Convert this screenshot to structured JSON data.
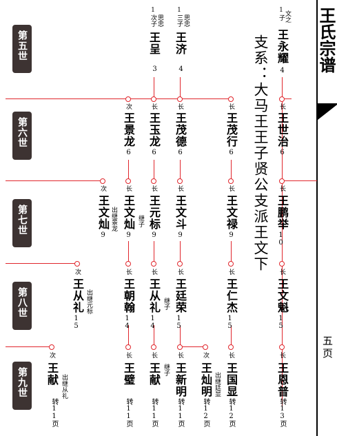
{
  "title": "王氏宗谱",
  "page_no": "五页",
  "branch": "支系：大马王王子贤公支派王文下",
  "generations": [
    "第五世",
    "第六世",
    "第七世",
    "第八世",
    "第九世"
  ],
  "gen5": [
    {
      "name": "王永耀",
      "num": "4",
      "note1": "1",
      "note2": "子",
      "note3": "文之"
    },
    {
      "name": "王济",
      "num": "4",
      "note1": "1",
      "note2": "三子",
      "note3": "思忠"
    },
    {
      "name": "王呈",
      "num": "3",
      "note1": "1",
      "note2": "次子",
      "note3": "思忠"
    }
  ],
  "gen6": [
    {
      "name": "王世治",
      "num": "6",
      "rank": "长"
    },
    {
      "name": "王茂行",
      "num": "6",
      "rank": "长"
    },
    {
      "name": "王茂德",
      "num": "6",
      "rank": "长"
    },
    {
      "name": "王玉龙",
      "num": "6",
      "rank": "长"
    },
    {
      "name": "王景龙",
      "num": "6",
      "rank": "次"
    }
  ],
  "gen7": [
    {
      "name": "王鹏举",
      "num": "10",
      "rank": "长"
    },
    {
      "name": "王文禄",
      "num": "9",
      "rank": "长"
    },
    {
      "name": "王文斗",
      "num": "9",
      "rank": "长"
    },
    {
      "name": "王元标",
      "num": "9",
      "rank": "长"
    },
    {
      "name": "王文灿",
      "num": "9",
      "rank": "长"
    },
    {
      "name": "王文灿",
      "num": "9",
      "rank": "次"
    }
  ],
  "gen7_notes": {
    "jizi": "继子",
    "chuji": "出继景龙"
  },
  "gen8": [
    {
      "name": "王文魁",
      "num": "15",
      "rank": "长"
    },
    {
      "name": "王仁杰",
      "num": "15",
      "rank": "长"
    },
    {
      "name": "王廷荣",
      "num": "15",
      "rank": "长"
    },
    {
      "name": "王从礼",
      "num": "14",
      "rank": "长"
    },
    {
      "name": "王朝翰",
      "num": "14",
      "rank": "长"
    },
    {
      "name": "王从礼",
      "num": "15",
      "rank": "次"
    }
  ],
  "gen8_notes": {
    "jizi": "继子",
    "chuji": "出继元标"
  },
  "gen9": [
    {
      "name": "王恩普",
      "rank": "长",
      "zhuan": "转13页"
    },
    {
      "name": "王国显",
      "rank": "长",
      "zhuan": "转12页"
    },
    {
      "name": "王灿明",
      "rank": "次",
      "zhuan": "转12页"
    },
    {
      "name": "王新明",
      "rank": "长",
      "zhuan": "转11页"
    },
    {
      "name": "王献",
      "rank": "长",
      "zhuan": "转11页"
    },
    {
      "name": "王璧",
      "rank": "长",
      "zhuan": "转11页"
    },
    {
      "name": "王献",
      "rank": "次",
      "zhuan": "转11页"
    }
  ],
  "gen9_notes": {
    "jizi": "继子",
    "chuji_tingxian": "出继廷显",
    "chuji_congli": "出继从礼"
  }
}
